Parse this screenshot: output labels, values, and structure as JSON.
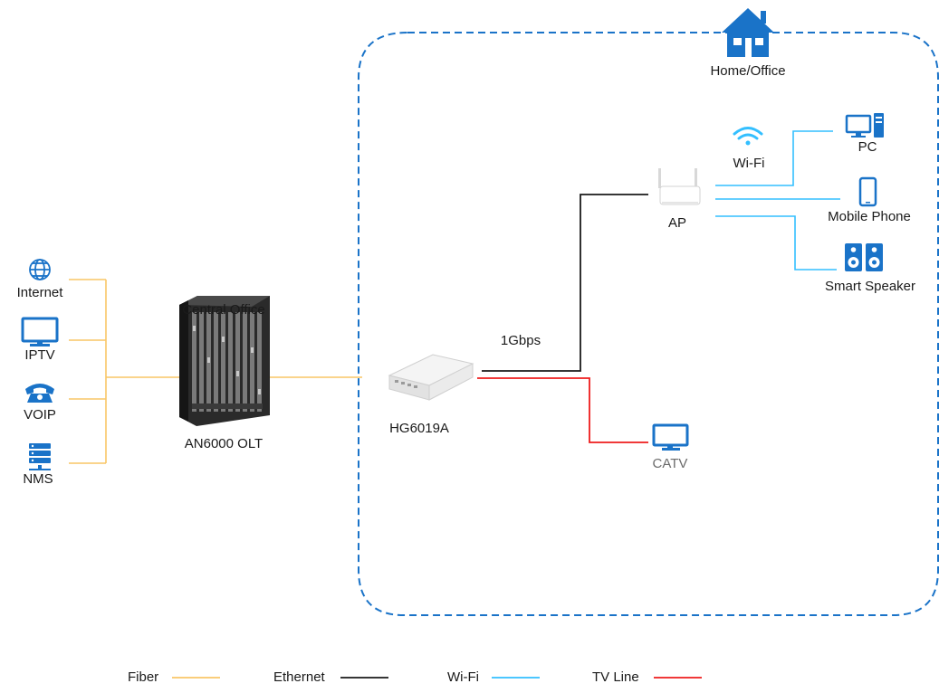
{
  "home": {
    "label": "Home/Office"
  },
  "central_office": {
    "label": "Central Office",
    "device": "AN6000 OLT"
  },
  "services": [
    {
      "label": "Internet",
      "icon": "globe-icon"
    },
    {
      "label": "IPTV",
      "icon": "monitor-icon"
    },
    {
      "label": "VOIP",
      "icon": "telephone-icon"
    },
    {
      "label": "NMS",
      "icon": "server-icon"
    }
  ],
  "ont": {
    "label": "HG6019A"
  },
  "link_speed": "1Gbps",
  "ap": {
    "label": "AP"
  },
  "wifi": {
    "label": "Wi-Fi"
  },
  "clients": [
    {
      "label": "PC",
      "icon": "pc-icon"
    },
    {
      "label": "Mobile Phone",
      "icon": "mobile-phone-icon"
    },
    {
      "label": "Smart Speaker",
      "icon": "speaker-icon"
    }
  ],
  "catv": {
    "label": "CATV",
    "icon": "tv-icon"
  },
  "legend": [
    {
      "label": "Fiber",
      "color": "#F9C667"
    },
    {
      "label": "Ethernet",
      "color": "#1a1a1a"
    },
    {
      "label": "Wi-Fi",
      "color": "#33BFFF"
    },
    {
      "label": "TV Line",
      "color": "#EE1C1C"
    }
  ],
  "colors": {
    "icon_blue": "#1A73C8",
    "boundary": "#1A73C8"
  }
}
